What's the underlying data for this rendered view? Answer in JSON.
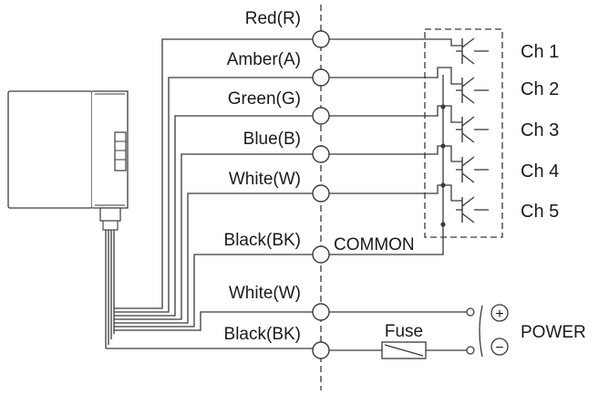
{
  "diagram": {
    "wires": [
      {
        "label": "Red(R)"
      },
      {
        "label": "Amber(A)"
      },
      {
        "label": "Green(G)"
      },
      {
        "label": "Blue(B)"
      },
      {
        "label": "White(W)"
      },
      {
        "label": "Black(BK)"
      },
      {
        "label": "White(W)"
      },
      {
        "label": "Black(BK)"
      }
    ],
    "common_label": "COMMON",
    "fuse_label": "Fuse",
    "power_label": "POWER",
    "plus_symbol": "+",
    "minus_symbol": "−",
    "channels": [
      "Ch 1",
      "Ch 2",
      "Ch 3",
      "Ch 4",
      "Ch 5"
    ],
    "icons": [
      "controller-device-icon",
      "fuse-icon",
      "transistor-output-icon"
    ]
  }
}
